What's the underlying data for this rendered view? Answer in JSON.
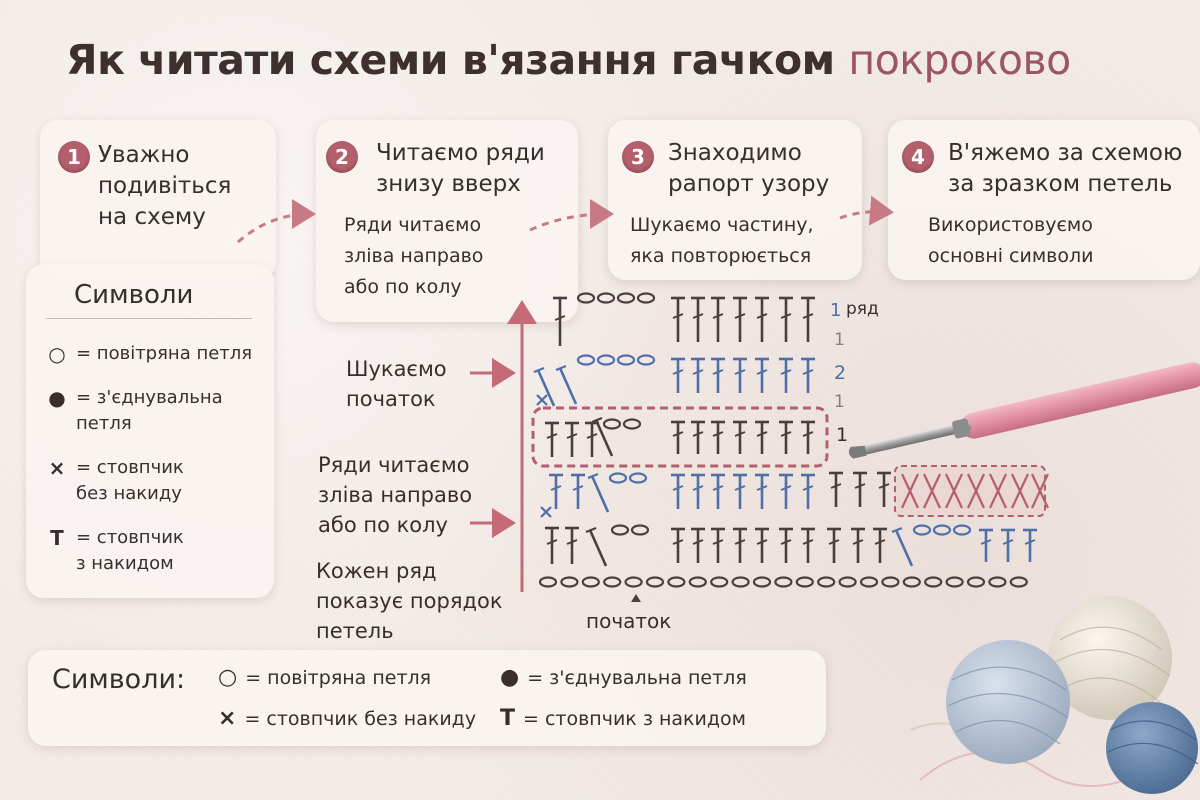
{
  "title": {
    "main": "Як читати схеми в'язання гачком",
    "accent": "покроково"
  },
  "steps": [
    {
      "number": "1",
      "heading_lines": [
        "Уважно",
        "подивіться",
        "на схему"
      ],
      "body_lines": []
    },
    {
      "number": "2",
      "heading_lines": [
        "Читаємо ряди",
        "знизу вверх"
      ],
      "body_lines": [
        "Ряди читаємо",
        "зліва направо",
        "або по колу"
      ]
    },
    {
      "number": "3",
      "heading_lines": [
        "Знаходимо",
        "рапорт узору"
      ],
      "body_lines": [
        "Шукаємо частину,",
        "яка повторюється"
      ]
    },
    {
      "number": "4",
      "heading_lines": [
        "В'яжемо за схемою",
        "за зразком петель"
      ],
      "body_lines": [
        "Використовуємо",
        "основні символи"
      ]
    }
  ],
  "legend": {
    "title": "Символи",
    "items": [
      {
        "symbol": "○",
        "icon": "chain-stitch-icon",
        "lines": [
          "= повітряна петля"
        ]
      },
      {
        "symbol": "●",
        "icon": "slip-stitch-icon",
        "lines": [
          "= з'єднувальна",
          "петля"
        ]
      },
      {
        "symbol": "×",
        "icon": "single-crochet-icon",
        "lines": [
          "= стовпчик",
          "без накиду"
        ]
      },
      {
        "symbol": "Т",
        "icon": "double-crochet-icon",
        "lines": [
          "= стовпчик",
          "з накидом"
        ]
      }
    ]
  },
  "notes": {
    "find_start": [
      "Шукаємо",
      "початок"
    ],
    "read_rows": [
      "Ряди читаємо",
      "зліва направо",
      "або по колу"
    ],
    "each_row": [
      "Кожен ряд",
      "показує порядок",
      "петель"
    ]
  },
  "diagram": {
    "row_labels": [
      "1",
      "1",
      "2",
      "1",
      "1"
    ],
    "row_word": "ряд",
    "start_label": "початок",
    "colors": {
      "dark": "#4a3f3f",
      "blue": "#4e6fa8",
      "accent": "#b35f6c"
    }
  },
  "bottom_legend": {
    "title": "Символи:",
    "items": [
      {
        "symbol": "○",
        "icon": "chain-stitch-icon",
        "text": "=  повітряна петля"
      },
      {
        "symbol": "●",
        "icon": "slip-stitch-icon",
        "text": "= з'єднувальна петля"
      },
      {
        "symbol": "×",
        "icon": "single-crochet-icon",
        "text": "=  стовпчик без накиду"
      },
      {
        "symbol": "Т",
        "icon": "double-crochet-icon",
        "text": "= стовпчик з накидом"
      }
    ]
  }
}
